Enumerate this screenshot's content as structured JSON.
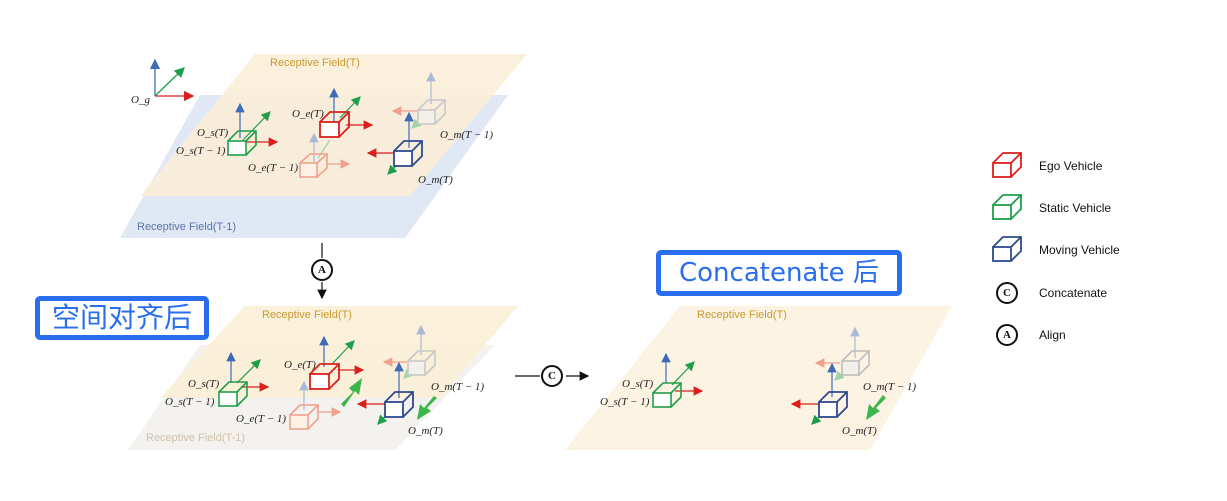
{
  "top": {
    "field_T": "Receptive Field(T)",
    "field_T1": "Receptive Field(T-1)",
    "o_g": "O_g",
    "o_s_T": "O_s(T)",
    "o_s_T1": "O_s(T − 1)",
    "o_e_T": "O_e(T)",
    "o_e_T1": "O_e(T − 1)",
    "o_m_T": "O_m(T)",
    "o_m_T1": "O_m(T − 1)",
    "align_letter": "A"
  },
  "aligned": {
    "title": "空间对齐后",
    "field_T": "Receptive Field(T)",
    "field_T1": "Receptive Field(T-1)",
    "o_s_T": "O_s(T)",
    "o_s_T1": "O_s(T − 1)",
    "o_e_T": "O_e(T)",
    "o_e_T1": "O_e(T − 1)",
    "o_m_T": "O_m(T)",
    "o_m_T1": "O_m(T − 1)",
    "concat_letter": "C"
  },
  "concat": {
    "title": "Concatenate 后",
    "field_T": "Receptive Field(T)",
    "o_s_T": "O_s(T)",
    "o_s_T1": "O_s(T − 1)",
    "o_m_T": "O_m(T)",
    "o_m_T1": "O_m(T − 1)"
  },
  "legend": {
    "ego": "Ego Vehicle",
    "static": "Static Vehicle",
    "moving": "Moving Vehicle",
    "concatenate": "Concatenate",
    "concatenate_letter": "C",
    "align": "Align",
    "align_letter": "A"
  },
  "colors": {
    "ego": "#d9201f",
    "static": "#1f9e4a",
    "moving": "#2e4a8f",
    "axis_up": "#3e6bb8",
    "field_orange": "#fbeed6",
    "field_blue": "#dfe6f5",
    "label_blue": "#2a6ef0",
    "big_arrow": "#3cb54a"
  }
}
